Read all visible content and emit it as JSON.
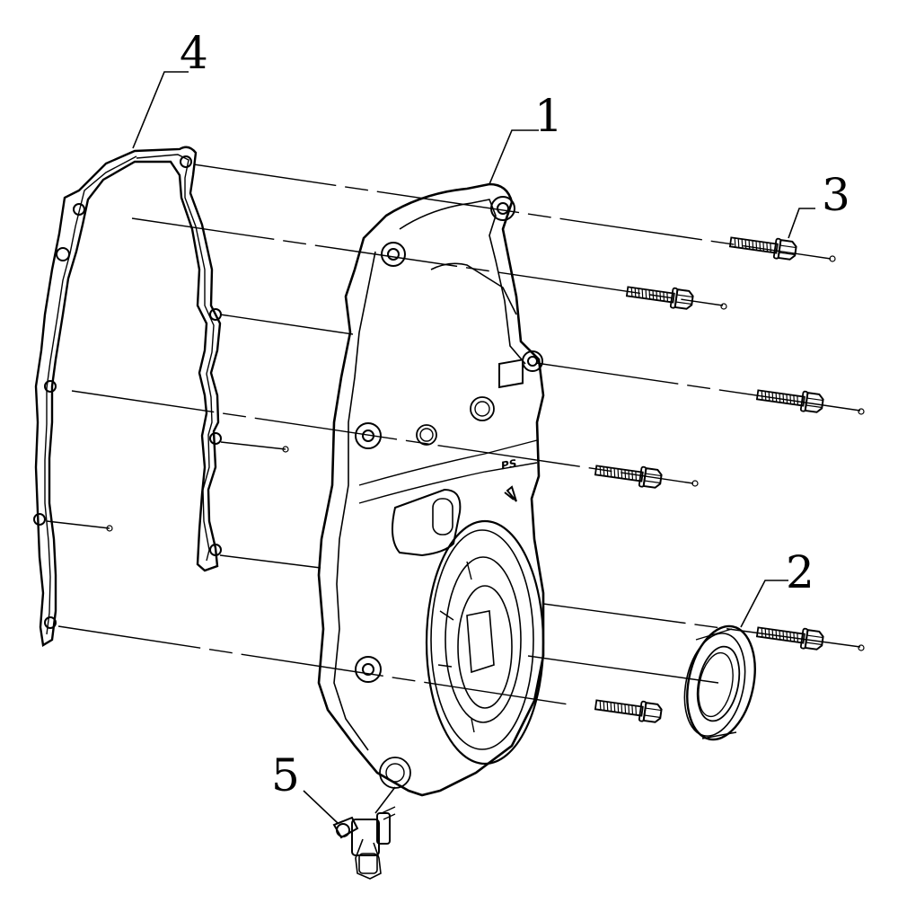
{
  "callouts": [
    {
      "id": "1",
      "label": "1"
    },
    {
      "id": "2",
      "label": "2"
    },
    {
      "id": "3",
      "label": "3"
    },
    {
      "id": "4",
      "label": "4"
    },
    {
      "id": "5",
      "label": "5"
    }
  ],
  "cover_logo": "PS",
  "colors": {
    "line": "#000000",
    "background": "#ffffff",
    "fill": "#ffffff"
  }
}
